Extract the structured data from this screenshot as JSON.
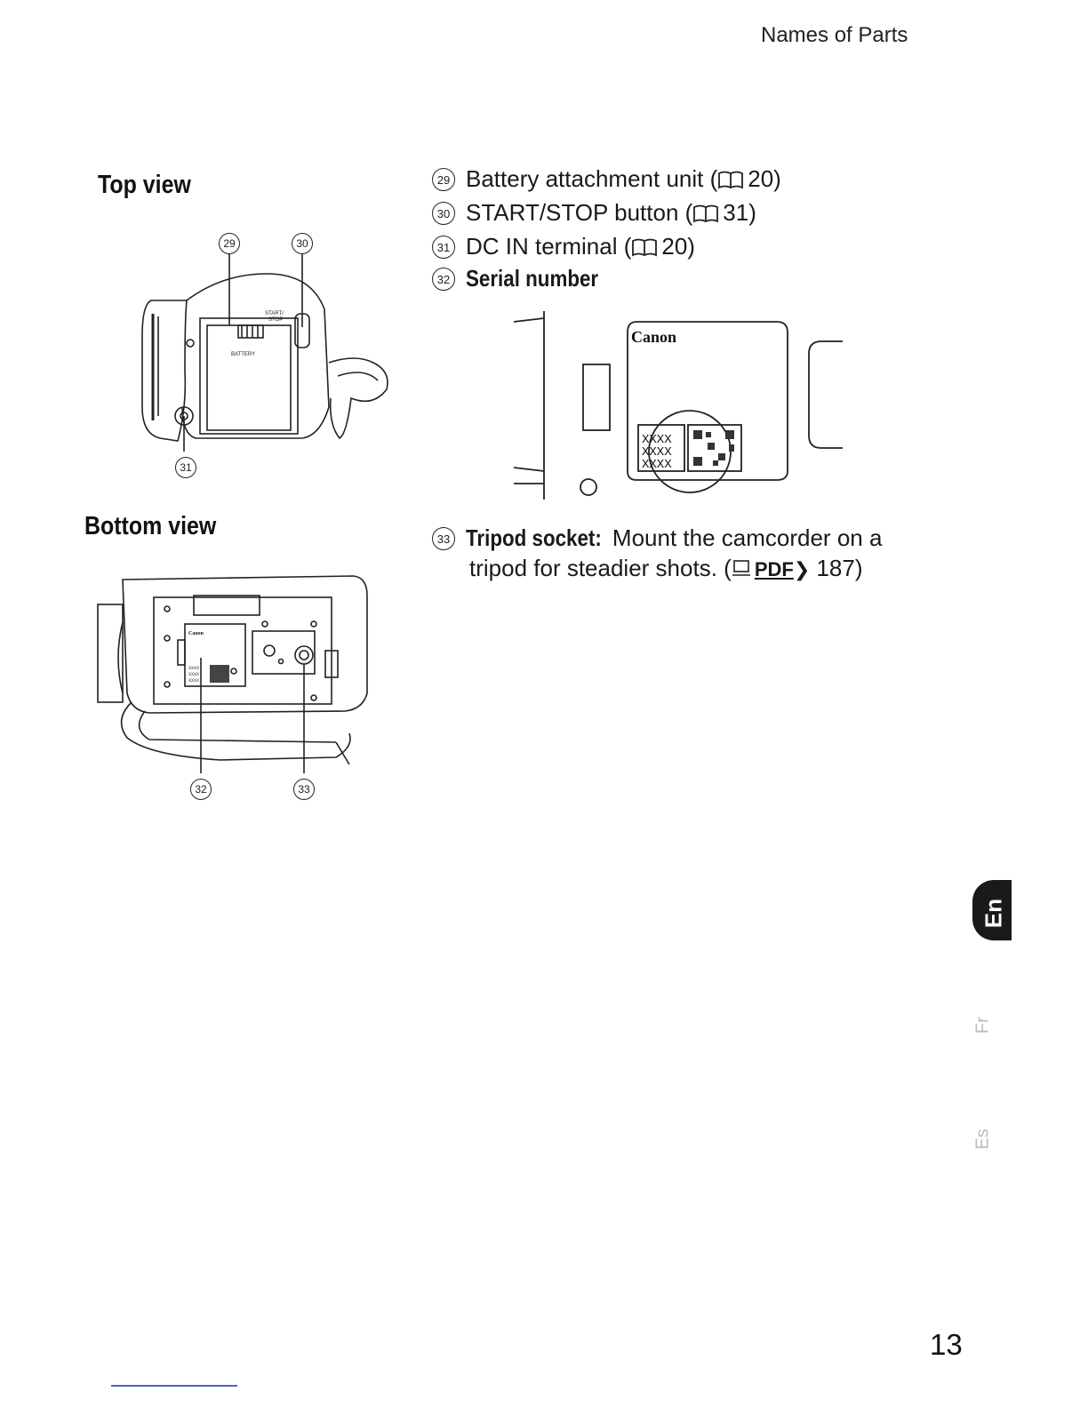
{
  "header": {
    "section_title": "Names of Parts"
  },
  "top_view": {
    "heading": "Top view",
    "callouts": [
      "29",
      "30",
      "31"
    ],
    "camera_labels": {
      "start_stop": "START/\nSTOP",
      "battery": "BATTERY"
    }
  },
  "bottom_view": {
    "heading": "Bottom view",
    "callouts": [
      "32",
      "33"
    ],
    "camera_labels": {
      "brand": "Canon",
      "serial": "XXXX"
    }
  },
  "items": [
    {
      "num": "29",
      "text": "Battery attachment unit (",
      "ref": "20)",
      "bold": false
    },
    {
      "num": "30",
      "text": "START/STOP button (",
      "ref": "31)",
      "bold": false
    },
    {
      "num": "31",
      "text": "DC IN terminal (",
      "ref": "20)",
      "bold": false
    },
    {
      "num": "32",
      "text": "Serial number",
      "bold": true
    }
  ],
  "serial_illustration": {
    "brand": "Canon",
    "serial_lines": [
      "XXXX",
      "XXXX",
      "XXXX"
    ]
  },
  "tripod": {
    "num": "33",
    "label": "Tripod socket:",
    "text_line1": " Mount the camcorder on a",
    "text_line2": "tripod for steadier shots. (",
    "pdf_label": "PDF",
    "page_ref": " 187)"
  },
  "side_tabs": {
    "active": "En",
    "others": [
      "Fr",
      "Es"
    ]
  },
  "footer": {
    "page_number": "13"
  }
}
